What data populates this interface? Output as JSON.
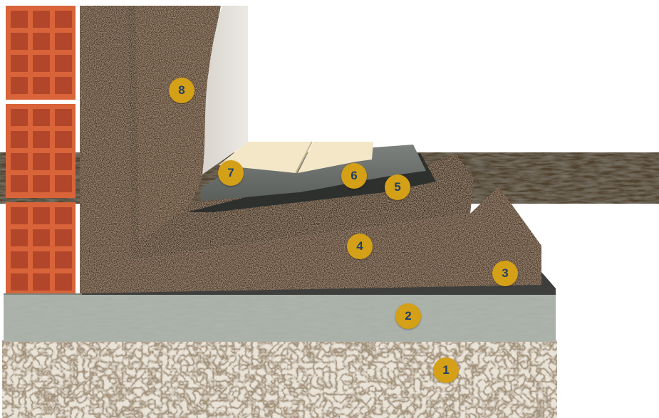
{
  "colors": {
    "marker_fill": "#d4a017",
    "marker_text": "#1e3f66",
    "brick": "#d9643a",
    "brick_hole": "#b2462a",
    "cork": "#4a3526",
    "concrete": "#a9b0a8",
    "gravel": "#e9e3d8",
    "membrane": "#6b6f6c",
    "tile": "#f3e7c8",
    "plaster": "#e6e2dd",
    "backdrop": "#5c4a33"
  },
  "markers": [
    {
      "id": "1",
      "label": "1",
      "layer": "gravel-base"
    },
    {
      "id": "2",
      "label": "2",
      "layer": "concrete-slab"
    },
    {
      "id": "3",
      "label": "3",
      "layer": "membrane-lower"
    },
    {
      "id": "4",
      "label": "4",
      "layer": "cork-insulation"
    },
    {
      "id": "5",
      "label": "5",
      "layer": "membrane-upper"
    },
    {
      "id": "6",
      "label": "6",
      "layer": "screed"
    },
    {
      "id": "7",
      "label": "7",
      "layer": "floor-tiles"
    },
    {
      "id": "8",
      "label": "8",
      "layer": "wall-cork-insulation"
    }
  ]
}
